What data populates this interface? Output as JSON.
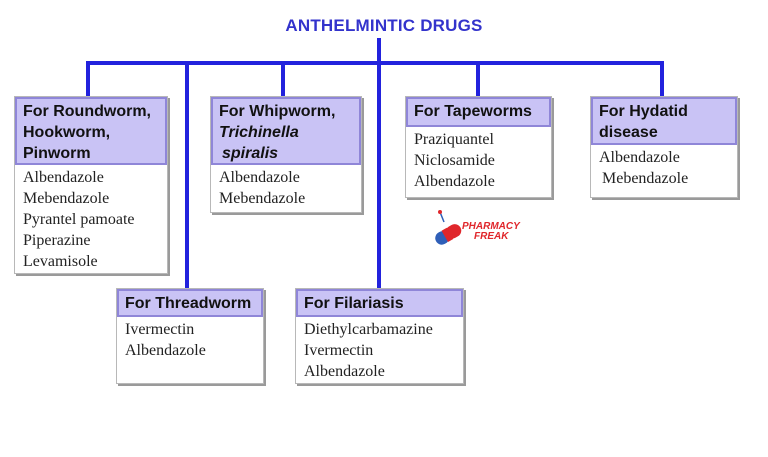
{
  "title": "ANTHELMINTIC DRUGS",
  "colors": {
    "connector": "#2222dd",
    "title": "#3333cc",
    "header_fill": "#c9c3f5",
    "logo_red": "#e0262b",
    "logo_blue": "#2f5fb8"
  },
  "groups": [
    {
      "id": "roundworm",
      "header_lines": [
        "For Roundworm,",
        "Hookworm,",
        "Pinworm"
      ],
      "drugs": [
        "Albendazole",
        "Mebendazole",
        "Pyrantel pamoate",
        "Piperazine",
        "Levamisole"
      ]
    },
    {
      "id": "whipworm",
      "header_lines": [
        "For Whipworm,",
        "Trichinella",
        "spiralis"
      ],
      "drugs": [
        "Albendazole",
        "Mebendazole"
      ]
    },
    {
      "id": "tapeworms",
      "header_lines": [
        "For Tapeworms"
      ],
      "drugs": [
        "Praziquantel",
        "Niclosamide",
        "Albendazole"
      ]
    },
    {
      "id": "hydatid",
      "header_lines": [
        "For Hydatid",
        "disease"
      ],
      "drugs": [
        "Albendazole",
        "Mebendazole"
      ]
    },
    {
      "id": "threadworm",
      "header_lines": [
        "For Threadworm"
      ],
      "drugs": [
        "Ivermectin",
        "Albendazole"
      ]
    },
    {
      "id": "filariasis",
      "header_lines": [
        "For Filariasis"
      ],
      "drugs": [
        "Diethylcarbamazine",
        "Ivermectin",
        "Albendazole"
      ]
    }
  ],
  "logo": {
    "line1": "PHARMACY",
    "line2": "FREAK"
  }
}
